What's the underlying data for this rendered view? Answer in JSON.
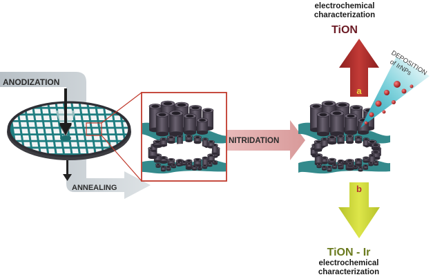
{
  "labels": {
    "anodization": "ANODIZATION",
    "annealing": "ANNEALING",
    "nitridation": "NITRIDATION",
    "top_caption_line1": "electrochemical",
    "top_caption_line2": "characterization",
    "top_material": "TiON",
    "marker_a": "a",
    "marker_b": "b",
    "bottom_material": "TiON - Ir",
    "bottom_caption_line1": "electrochemical",
    "bottom_caption_line2": "characterization",
    "deposition_line1": "DEPOSITION",
    "deposition_line2": "of IrNPs"
  },
  "colors": {
    "process_arrow": "#c5ccd1",
    "nitridation_arrow": "#e0a8a8",
    "mesh_teal": "#1e7d80",
    "zoom_frame": "#c0392b",
    "tube_dark": "#4a4250",
    "arrow_up_red": "#b5312f",
    "arrow_down_green": "#d4dc3a",
    "top_material_text": "#6b1a24",
    "bottom_material_text": "#6a7a1e",
    "marker_a_text": "#f0e040",
    "marker_b_text": "#b5312f",
    "beam": "#2bb0c0",
    "particle": "#a01818"
  }
}
